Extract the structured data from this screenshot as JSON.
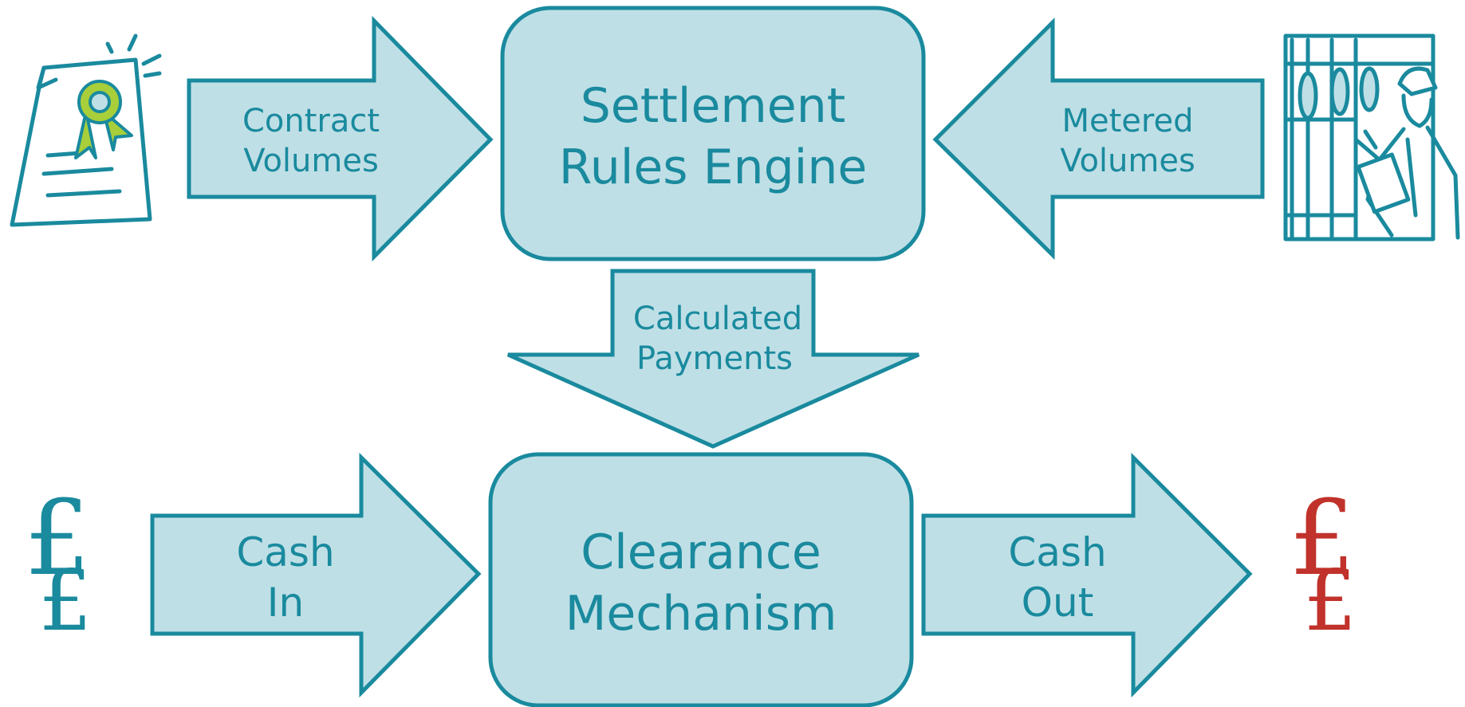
{
  "colors": {
    "fill": "#bfdfe6",
    "stroke": "#1a8a9e",
    "text": "#1a8a9e",
    "pound_in": "#1a8a9e",
    "pound_out": "#c0322b",
    "ribbon": "#a8cf3a"
  },
  "boxes": {
    "settlement": {
      "line1": "Settlement",
      "line2": "Rules Engine"
    },
    "clearance": {
      "line1": "Clearance",
      "line2": "Mechanism"
    }
  },
  "arrows": {
    "contract": {
      "line1": "Contract",
      "line2": "Volumes"
    },
    "metered": {
      "line1": "Metered",
      "line2": "Volumes"
    },
    "calculated": {
      "line1": "Calculated",
      "line2": "Payments"
    },
    "cash_in": {
      "line1": "Cash",
      "line2": "In"
    },
    "cash_out": {
      "line1": "Cash",
      "line2": "Out"
    }
  },
  "icons": {
    "left_top": "certificate-icon",
    "right_top": "meter-reader-icon",
    "left_bottom": "pound-sign-icon",
    "right_bottom": "pound-sign-icon"
  }
}
